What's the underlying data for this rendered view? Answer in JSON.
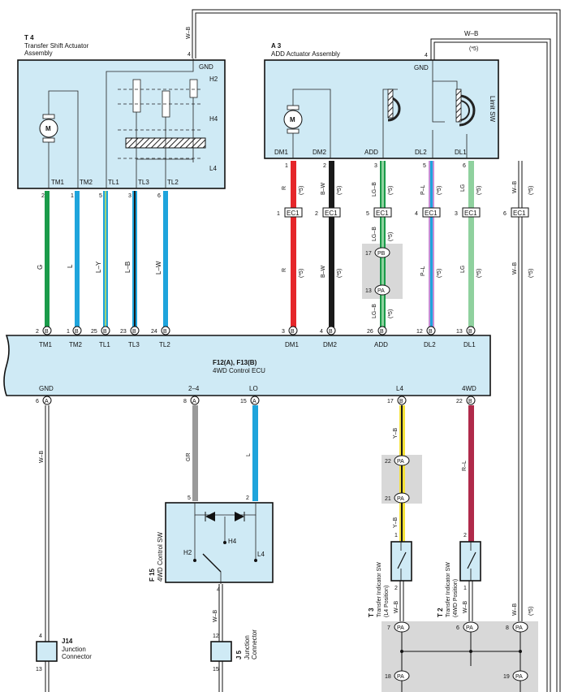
{
  "colors": {
    "box_fill": "#cfeaf5",
    "connector_shade": "#d8d8d8",
    "G": "#1a9b4a",
    "L": "#1ea4dc",
    "R": "#e5262a",
    "B": "#1a1a1a",
    "P": "#c78ed6",
    "LG": "#8fd19e",
    "GR": "#9a9a9a",
    "Y": "#f6e23a",
    "R-L": "#b02a4a",
    "W-B": "#111111"
  },
  "t4": {
    "code": "T 4",
    "name_line1": "Transfer Shift Actuator",
    "name_line2": "Assembly",
    "gnd": "GND",
    "gnd_pin": "4",
    "h2": "H2",
    "h4": "H4",
    "l4": "L4",
    "motor": "M",
    "pins": [
      {
        "label": "TM1",
        "pin": "2",
        "wire": "G"
      },
      {
        "label": "TM2",
        "pin": "1",
        "wire": "L"
      },
      {
        "label": "TL1",
        "pin": "5",
        "wire": "L–Y"
      },
      {
        "label": "TL3",
        "pin": "3",
        "wire": "L–B"
      },
      {
        "label": "TL2",
        "pin": "6",
        "wire": "L–W"
      }
    ],
    "gnd_wire": "W–B"
  },
  "a3": {
    "code": "A 3",
    "name": "ADD Actuator Assembly",
    "gnd": "GND",
    "gnd_pin": "4",
    "motor": "M",
    "limit_sw": "Limit SW",
    "top_wire": "W–B",
    "top_note": "(*5)",
    "pins": [
      {
        "label": "DM1",
        "pin": "1",
        "wire": "R",
        "note": "(*5)"
      },
      {
        "label": "DM2",
        "pin": "2",
        "wire": "B–W",
        "note": "(*5)"
      },
      {
        "label": "ADD",
        "pin": "3",
        "wire": "LG–B",
        "note": "(*5)"
      },
      {
        "label": "DL2",
        "pin": "5",
        "wire": "P–L",
        "note": "(*5)"
      },
      {
        "label": "DL1",
        "pin": "6",
        "wire": "LG",
        "note": "(*5)"
      }
    ],
    "wb_wire": "W–B",
    "wb_note": "(*5)"
  },
  "ec1": {
    "name": "EC1",
    "pins": [
      "1",
      "2",
      "5",
      "4",
      "3",
      "6"
    ]
  },
  "pb": {
    "name": "PB",
    "pin": "17"
  },
  "pa_add": {
    "name": "PA",
    "pin": "13"
  },
  "ecu": {
    "title_line1": "F12(A), F13(B)",
    "title_line2": "4WD Control ECU",
    "top_pins": [
      {
        "pin": "2",
        "conn": "B",
        "label": "TM1"
      },
      {
        "pin": "1",
        "conn": "B",
        "label": "TM2"
      },
      {
        "pin": "25",
        "conn": "B",
        "label": "TL1"
      },
      {
        "pin": "23",
        "conn": "B",
        "label": "TL3"
      },
      {
        "pin": "24",
        "conn": "B",
        "label": "TL2"
      },
      {
        "pin": "3",
        "conn": "B",
        "label": "DM1"
      },
      {
        "pin": "4",
        "conn": "B",
        "label": "DM2"
      },
      {
        "pin": "26",
        "conn": "B",
        "label": "ADD"
      },
      {
        "pin": "12",
        "conn": "B",
        "label": "DL2"
      },
      {
        "pin": "13",
        "conn": "B",
        "label": "DL1"
      }
    ],
    "bottom_pins": [
      {
        "pin": "6",
        "conn": "A",
        "label": "GND"
      },
      {
        "pin": "8",
        "conn": "A",
        "label": "2–4"
      },
      {
        "pin": "15",
        "conn": "A",
        "label": "LO"
      },
      {
        "pin": "17",
        "conn": "B",
        "label": "L4"
      },
      {
        "pin": "22",
        "conn": "B",
        "label": "4WD"
      }
    ]
  },
  "lower_wires": {
    "gnd": "W–B",
    "two_four": "GR",
    "lo": "L",
    "l4": "Y–B",
    "l4_lower": "Y–B",
    "fourwd": "R–L"
  },
  "pa_l4": {
    "name": "PA",
    "pin_top": "22",
    "pin_bottom": "21"
  },
  "f15": {
    "code": "F 15",
    "name": "4WD Control SW",
    "pin_left": "5",
    "pin_right": "2",
    "pin_bottom": "4",
    "h2": "H2",
    "h4": "H4",
    "l4": "L4",
    "wire_bottom": "W–B"
  },
  "j14": {
    "code": "J14",
    "name_line1": "Junction",
    "name_line2": "Connector",
    "pin_top": "4",
    "pin_bottom": "13"
  },
  "j5": {
    "code": "J 5",
    "name_line1": "Junction",
    "name_line2": "Connector",
    "pin_top": "12",
    "pin_bottom": "15"
  },
  "t3": {
    "code": "T 3",
    "name_line1": "Transfer Indicator SW",
    "name_line2": "(L4 Position)",
    "pin_top": "1",
    "pin_bottom": "2",
    "wire_bottom": "W–B"
  },
  "t2": {
    "code": "T 2",
    "name_line1": "Transfer Indicator SW",
    "name_line2": "(4WD Position)",
    "pin_top": "2",
    "pin_bottom": "1",
    "wire_bottom": "W–B"
  },
  "pa_bottom": {
    "name": "PA",
    "pins_top": [
      "7",
      "6",
      "8"
    ],
    "pins_bottom": [
      "18",
      "19"
    ]
  },
  "right_wb": {
    "wire": "W–B",
    "note": "(*5)"
  }
}
